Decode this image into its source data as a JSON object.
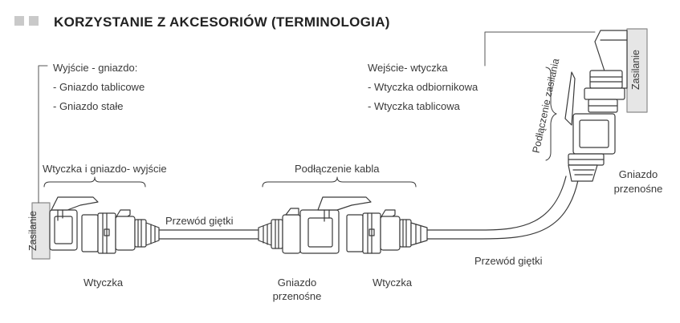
{
  "title": "KORZYSTANIE Z AKCESORIÓW (TERMINOLOGIA)",
  "labels": {
    "output_heading": "Wyjście - gniazdo:",
    "output_item_1": "- Gniazdo tablicowe",
    "output_item_2": "- Gniazdo stałe",
    "input_heading": "Wejście- wtyczka",
    "input_item_1": "- Wtyczka odbiornikowa",
    "input_item_2": "- Wtyczka tablicowa",
    "plug_socket_output": "Wtyczka i gniazdo- wyjście",
    "cable_connection": "Podłączenie kabla",
    "power_connection": "Podłączenie zasilania",
    "power_left": "Zasilanie",
    "power_right": "Zasilanie",
    "flex_cable_1": "Przewód giętki",
    "flex_cable_2": "Przewód giętki",
    "plug_left": "Wtyczka",
    "portable_socket_mid_1": "Gniazdo",
    "portable_socket_mid_2": "przenośne",
    "plug_mid": "Wtyczka",
    "portable_socket_right_1": "Gniazdo",
    "portable_socket_right_2": "przenośne"
  },
  "colors": {
    "line": "#3a3a3a",
    "panel_fill": "#e6e6e6",
    "accent_square": "#c9c9c9"
  }
}
